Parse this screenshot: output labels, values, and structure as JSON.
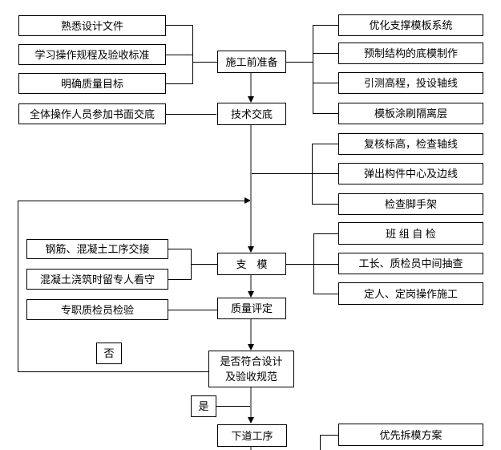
{
  "colors": {
    "line": "#000000",
    "flow_stem": "#888888",
    "box_border": "#000000",
    "box_fill": "#ffffff"
  },
  "nodes": {
    "prep_inputs": [
      "熟悉设计文件",
      "学习操作规程及验收标准",
      "明确质量目标"
    ],
    "written_disclosure": "全体操作人员参加书面交底",
    "pre_construction_prep": "施工前准备",
    "technical_disclosure": "技术交底",
    "prep_actions": [
      "优化支撑模板系统",
      "预制结构的底模制作",
      "引测高程，投设轴线",
      "模板涂刷隔离层"
    ],
    "disclosure_actions": [
      "复核标高，检查轴线",
      "弹出构件中心及边线",
      "检查脚手架"
    ],
    "formwork_inputs": [
      "钢筋、混凝土工序交接",
      "混凝土浇筑时留专人看守"
    ],
    "formwork_erection": "支　模",
    "formwork_checks": [
      "班 组 自 检",
      "工长、质检员中间抽查",
      "定人、定岗操作施工"
    ],
    "inspector_check": "专职质检员检验",
    "quality_assessment": "质量评定",
    "decision_line1": "是否符合设计",
    "decision_line2": "及验收规范",
    "no_label": "否",
    "yes_label": "是",
    "next_process": "下道工序",
    "demolding_plan": "优先拆模方案"
  }
}
